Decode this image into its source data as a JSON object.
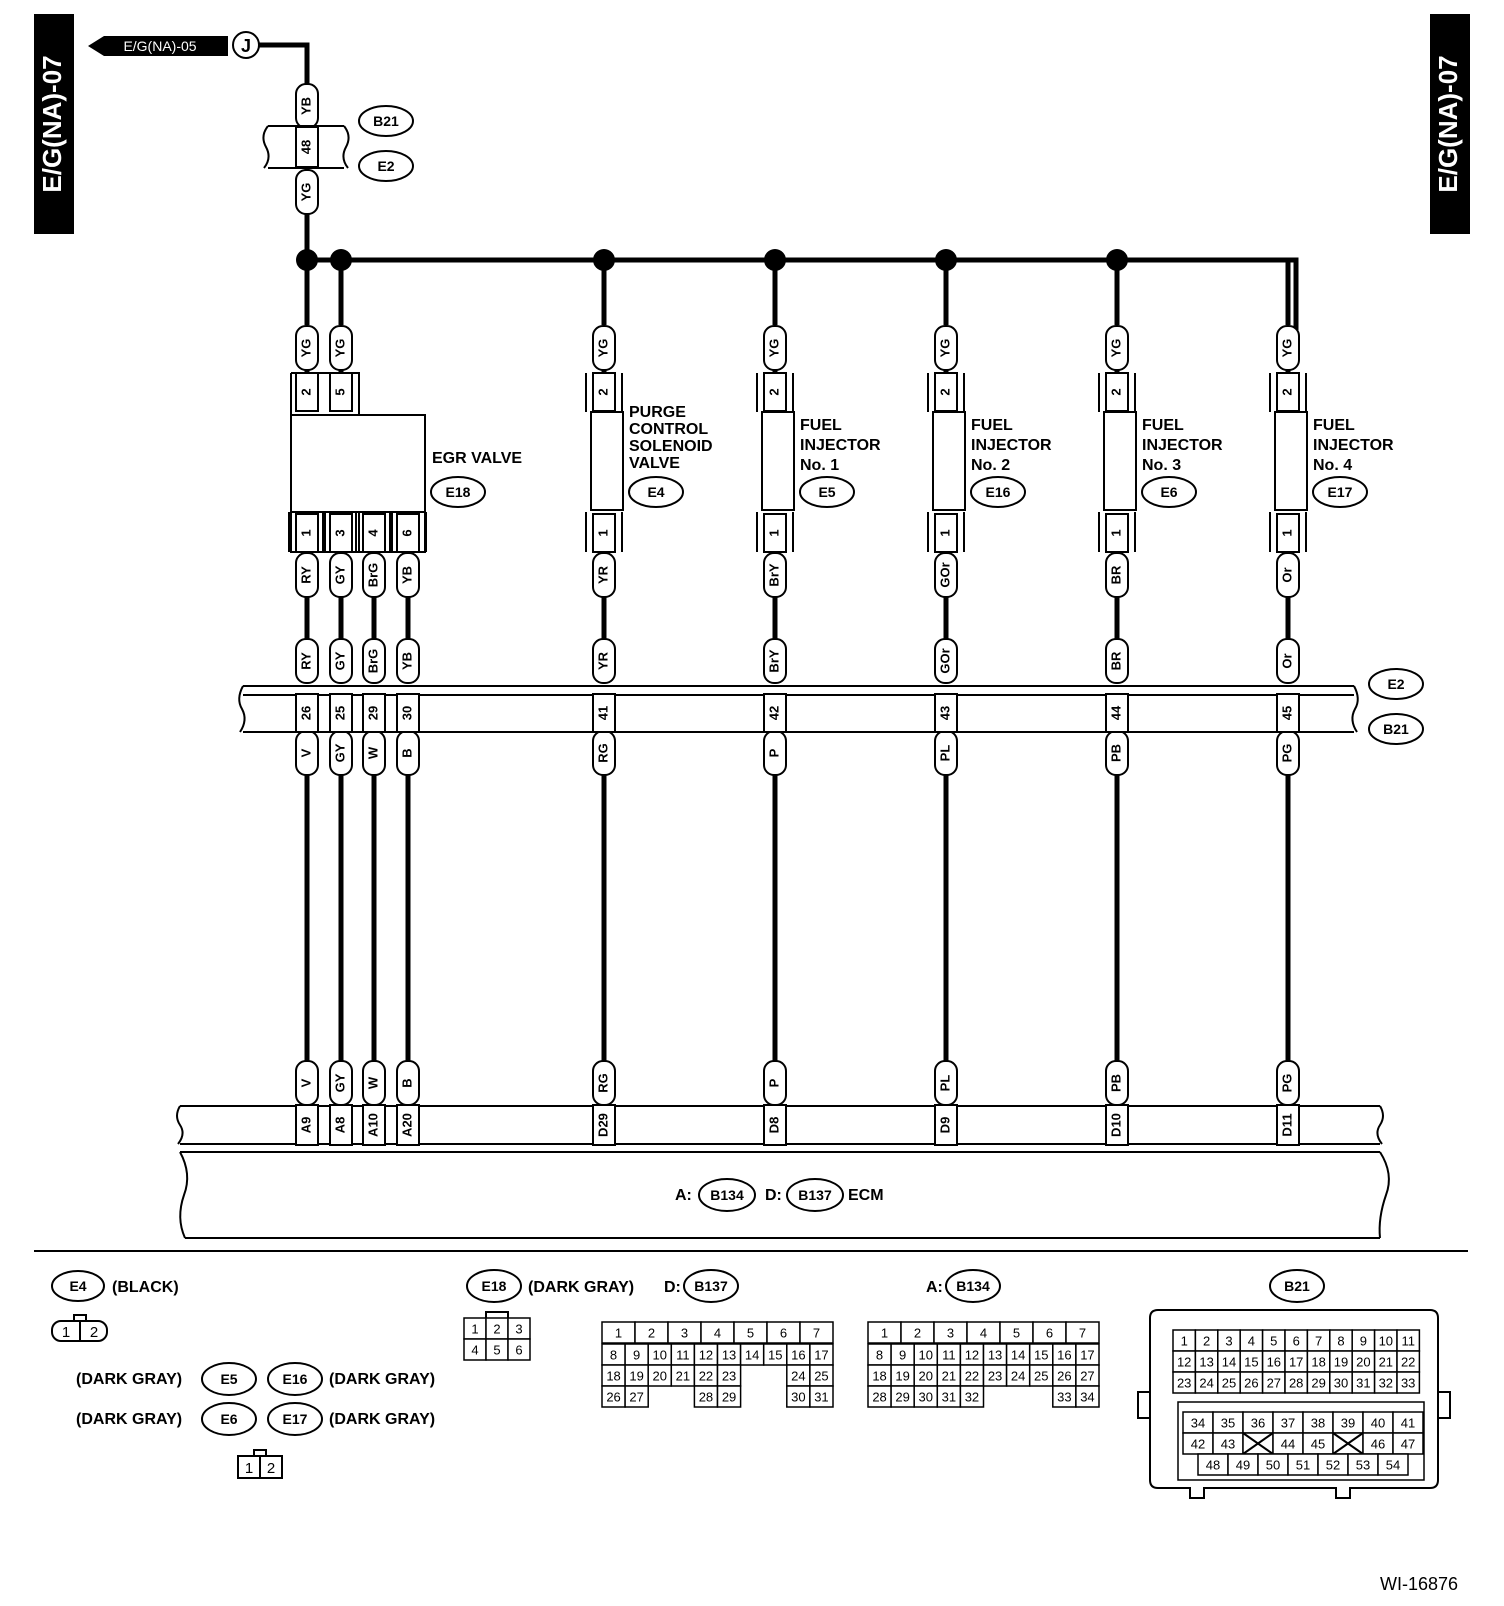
{
  "side_tabs": {
    "left": "E/G(NA)-07",
    "right": "E/G(NA)-07"
  },
  "source": {
    "ref": "E/G(NA)-05",
    "marker": "J"
  },
  "top_connector": {
    "upper_color": "YB",
    "pin": "48",
    "lower_color": "YG",
    "tags": [
      "B21",
      "E2"
    ]
  },
  "branches": [
    {
      "id": "egr-pin2",
      "color": "YG",
      "pin": "2"
    },
    {
      "id": "egr-pin5",
      "color": "YG",
      "pin": "5"
    },
    {
      "id": "purge",
      "color": "YG",
      "pin": "2"
    },
    {
      "id": "inj1",
      "color": "YG",
      "pin": "2"
    },
    {
      "id": "inj2",
      "color": "YG",
      "pin": "2"
    },
    {
      "id": "inj3",
      "color": "YG",
      "pin": "2"
    },
    {
      "id": "inj4",
      "color": "YG",
      "pin": "2"
    }
  ],
  "components": {
    "egr": {
      "name": "EGR VALVE",
      "tag": "E18"
    },
    "purge": {
      "name_lines": [
        "PURGE",
        "CONTROL",
        "SOLENOID",
        "VALVE"
      ],
      "tag": "E4"
    },
    "inj1": {
      "name_lines": [
        "FUEL",
        "INJECTOR",
        "No. 1"
      ],
      "tag": "E5"
    },
    "inj2": {
      "name_lines": [
        "FUEL",
        "INJECTOR",
        "No. 2"
      ],
      "tag": "E16"
    },
    "inj3": {
      "name_lines": [
        "FUEL",
        "INJECTOR",
        "No. 3"
      ],
      "tag": "E6"
    },
    "inj4": {
      "name_lines": [
        "FUEL",
        "INJECTOR",
        "No. 4"
      ],
      "tag": "E17"
    }
  },
  "signal_wires": [
    {
      "comp_pin": "1",
      "color": "RY",
      "mid_pin": "26",
      "lower_color": "V",
      "ecm_pin": "A9"
    },
    {
      "comp_pin": "3",
      "color": "GY",
      "mid_pin": "25",
      "lower_color": "GY",
      "ecm_pin": "A8"
    },
    {
      "comp_pin": "4",
      "color": "BrG",
      "mid_pin": "29",
      "lower_color": "W",
      "ecm_pin": "A10"
    },
    {
      "comp_pin": "6",
      "color": "YB",
      "mid_pin": "30",
      "lower_color": "B",
      "ecm_pin": "A20"
    },
    {
      "comp_pin": "1",
      "color": "YR",
      "mid_pin": "41",
      "lower_color": "RG",
      "ecm_pin": "D29"
    },
    {
      "comp_pin": "1",
      "color": "BrY",
      "mid_pin": "42",
      "lower_color": "P",
      "ecm_pin": "D8"
    },
    {
      "comp_pin": "1",
      "color": "GOr",
      "mid_pin": "43",
      "lower_color": "PL",
      "ecm_pin": "D9"
    },
    {
      "comp_pin": "1",
      "color": "BR",
      "mid_pin": "44",
      "lower_color": "PB",
      "ecm_pin": "D10"
    },
    {
      "comp_pin": "1",
      "color": "Or",
      "mid_pin": "45",
      "lower_color": "PG",
      "ecm_pin": "D11"
    }
  ],
  "mid_connector_tags": [
    "E2",
    "B21"
  ],
  "ecm": {
    "prefix_a": "A:",
    "tag_a": "B134",
    "prefix_d": "D:",
    "tag_d": "B137",
    "label": "ECM"
  },
  "legend": {
    "e4": {
      "tag": "E4",
      "color": "(BLACK)",
      "pins": [
        "1",
        "2"
      ]
    },
    "injectors": {
      "e5": {
        "tag": "E5",
        "color": "(DARK GRAY)"
      },
      "e16": {
        "tag": "E16",
        "color": "(DARK GRAY)"
      },
      "e6": {
        "tag": "E6",
        "color": "(DARK GRAY)"
      },
      "e17": {
        "tag": "E17",
        "color": "(DARK GRAY)"
      },
      "pins": [
        "1",
        "2"
      ]
    },
    "e18": {
      "tag": "E18",
      "color": "(DARK GRAY)",
      "pins": [
        [
          "1",
          "2",
          "3"
        ],
        [
          "4",
          "5",
          "6"
        ]
      ]
    },
    "b137": {
      "prefix": "D:",
      "tag": "B137",
      "rows": [
        [
          "1",
          "2",
          "3",
          "4",
          "5",
          "6",
          "7"
        ],
        [
          "8",
          "9",
          "10",
          "11",
          "12",
          "13",
          "14",
          "15",
          "16",
          "17"
        ],
        [
          "18",
          "19",
          "20",
          "21",
          "22",
          "23",
          "",
          "",
          "24",
          "25"
        ],
        [
          "26",
          "27",
          "",
          "",
          "28",
          "29",
          "",
          "",
          "30",
          "31"
        ]
      ]
    },
    "b134": {
      "prefix": "A:",
      "tag": "B134",
      "rows": [
        [
          "1",
          "2",
          "3",
          "4",
          "5",
          "6",
          "7"
        ],
        [
          "8",
          "9",
          "10",
          "11",
          "12",
          "13",
          "14",
          "15",
          "16",
          "17"
        ],
        [
          "18",
          "19",
          "20",
          "21",
          "22",
          "23",
          "24",
          "25",
          "26",
          "27"
        ],
        [
          "28",
          "29",
          "30",
          "31",
          "32",
          "",
          "",
          "",
          "33",
          "34"
        ]
      ]
    },
    "b21": {
      "tag": "B21",
      "upper_rows": [
        [
          "1",
          "2",
          "3",
          "4",
          "5",
          "6",
          "7",
          "8",
          "9",
          "10",
          "11"
        ],
        [
          "12",
          "13",
          "14",
          "15",
          "16",
          "17",
          "18",
          "19",
          "20",
          "21",
          "22"
        ],
        [
          "23",
          "24",
          "25",
          "26",
          "27",
          "28",
          "29",
          "30",
          "31",
          "32",
          "33"
        ]
      ],
      "lower_rows": [
        [
          "34",
          "35",
          "36",
          "37",
          "38",
          "39",
          "40",
          "41"
        ],
        [
          "42",
          "43",
          "X",
          "44",
          "45",
          "X",
          "46",
          "47"
        ],
        [
          "48",
          "49",
          "50",
          "51",
          "52",
          "53",
          "54"
        ]
      ]
    }
  },
  "figure_id": "WI-16876"
}
